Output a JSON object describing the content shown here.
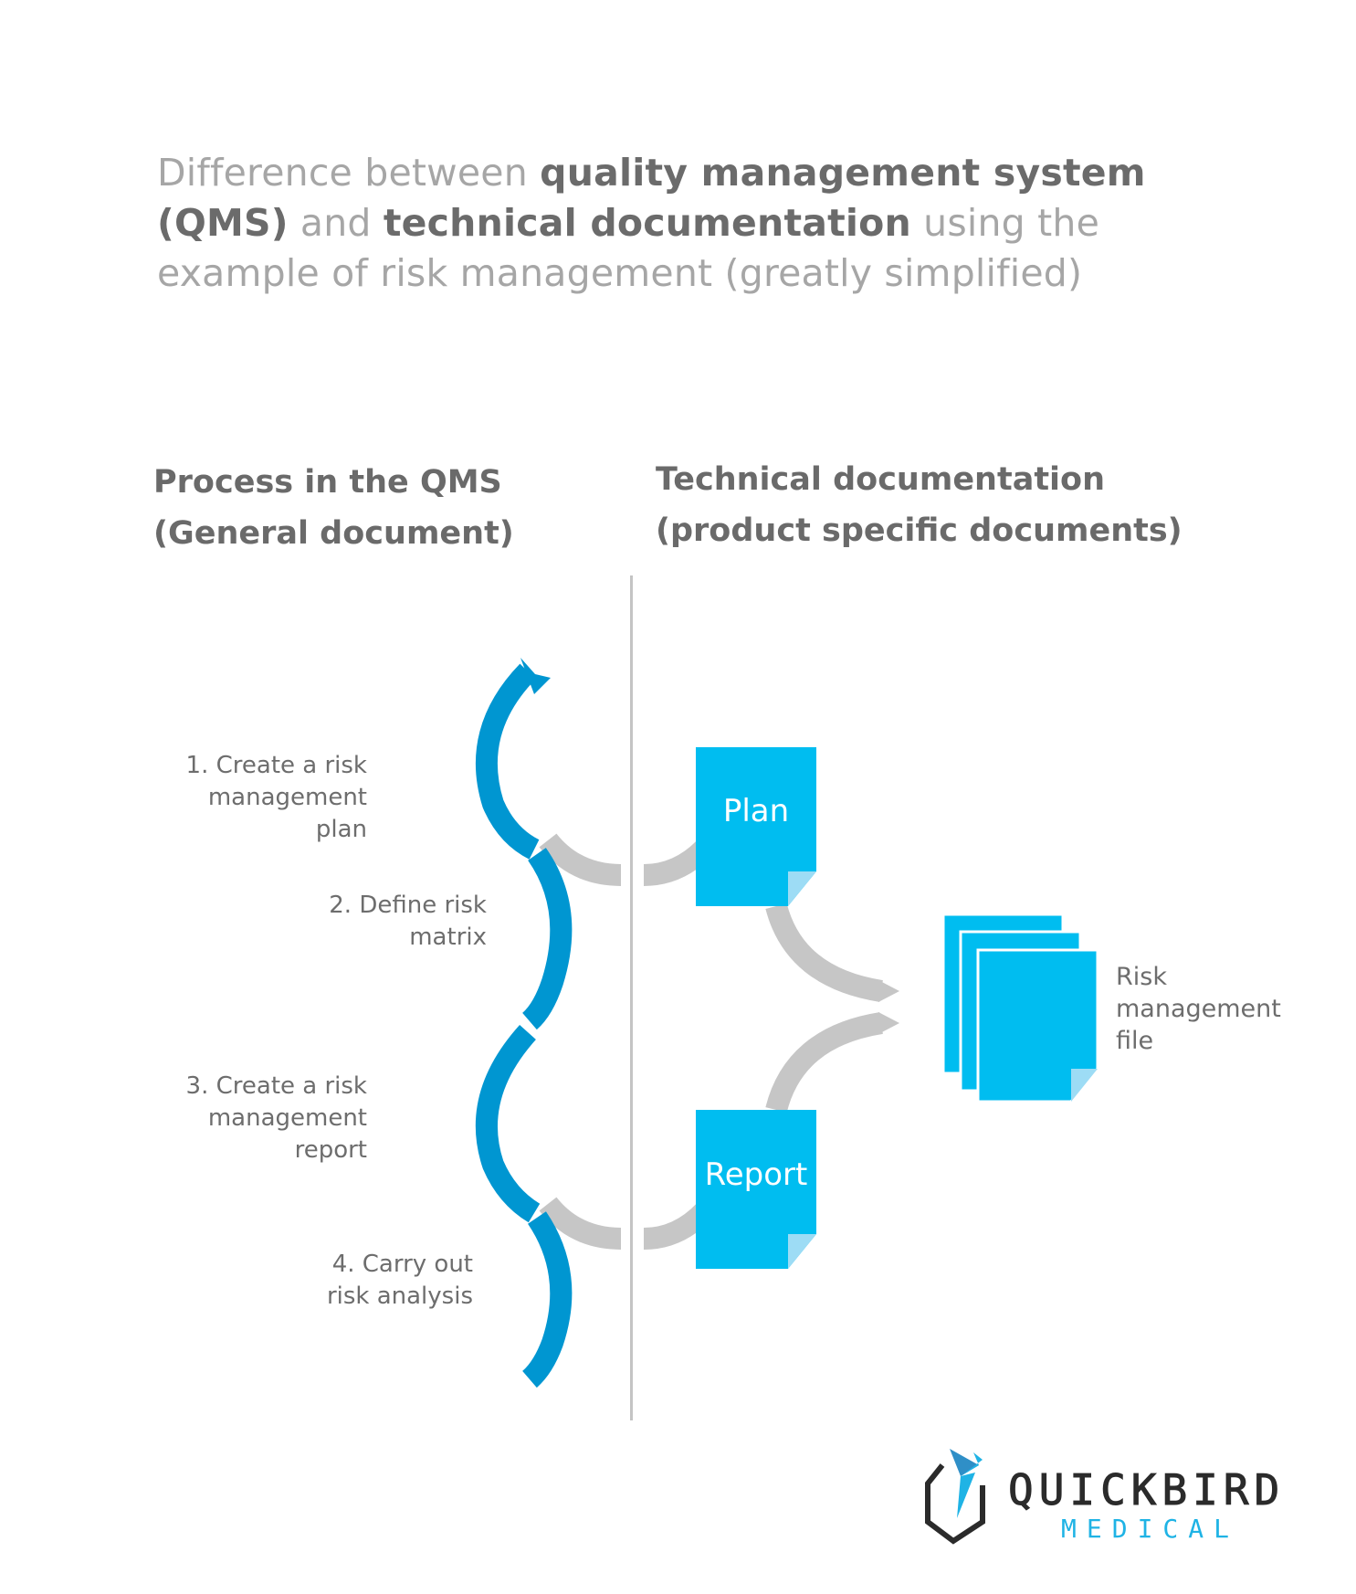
{
  "title": {
    "segments": [
      {
        "text": "Difference between ",
        "bold": false
      },
      {
        "text": "quality management system",
        "bold": true
      },
      {
        "text": "(QMS)",
        "bold": true
      },
      {
        "text": " and ",
        "bold": false
      },
      {
        "text": "technical documentation",
        "bold": true
      },
      {
        "text": " using the",
        "bold": false
      },
      {
        "text": "example of risk management (greatly simplified)",
        "bold": false
      }
    ]
  },
  "columns": {
    "left": {
      "line1": "Process in the QMS",
      "line2": "(General document)"
    },
    "right": {
      "line1": "Technical documentation",
      "line2": "(product specific documents)"
    }
  },
  "process_steps": [
    {
      "line1": "1. Create a risk",
      "line2": "management",
      "line3": "plan"
    },
    {
      "line1": "2. Define risk",
      "line2": "matrix"
    },
    {
      "line1": "3. Create a risk",
      "line2": "management",
      "line3": "report"
    },
    {
      "line1": "4. Carry out",
      "line2": "risk analysis"
    }
  ],
  "documents": {
    "plan": "Plan",
    "report": "Report",
    "file": {
      "line1": "Risk",
      "line2": "management",
      "line3": "file"
    }
  },
  "colors": {
    "process_arrow": "#0096d1",
    "document": "#00bdf0",
    "document_fold": "#9ddcf5",
    "connector": "#c6c6c6",
    "divider": "#c4c4c4",
    "title_light": "#a6a6a6",
    "title_bold": "#6b6b6b",
    "logo_dark": "#2b2b2b",
    "logo_blue": "#1fb3e5"
  },
  "logo": {
    "line1": "QUICKBIRD",
    "line2": "MEDICAL"
  }
}
